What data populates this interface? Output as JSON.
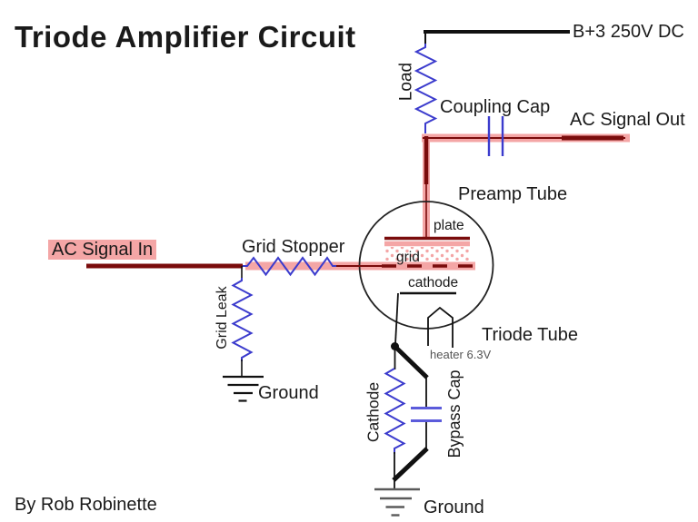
{
  "title": "Triode Amplifier Circuit",
  "byline": "By Rob Robinette",
  "labels": {
    "b_plus": "B+3 250V DC",
    "load": "Load",
    "coupling_cap": "Coupling Cap",
    "ac_signal_out": "AC Signal Out",
    "preamp_tube": "Preamp Tube",
    "plate": "plate",
    "grid": "grid",
    "cathode_element": "cathode",
    "ac_signal_in": "AC Signal In",
    "grid_stopper": "Grid Stopper",
    "grid_leak": "Grid Leak",
    "ground_left": "Ground",
    "triode_tube": "Triode Tube",
    "heater": "heater 6.3V",
    "cathode_resistor": "Cathode",
    "bypass_cap": "Bypass Cap",
    "ground_bottom": "Ground"
  },
  "colors": {
    "dark_red": "#7a0c0c",
    "pink_highlight": "#f4a6a6",
    "component_blue": "#3b3bcd",
    "cap_blue": "#5b5bdb",
    "wire_black": "#111111",
    "ground_gray": "#5a5a5a",
    "heater_text": "#555555"
  }
}
